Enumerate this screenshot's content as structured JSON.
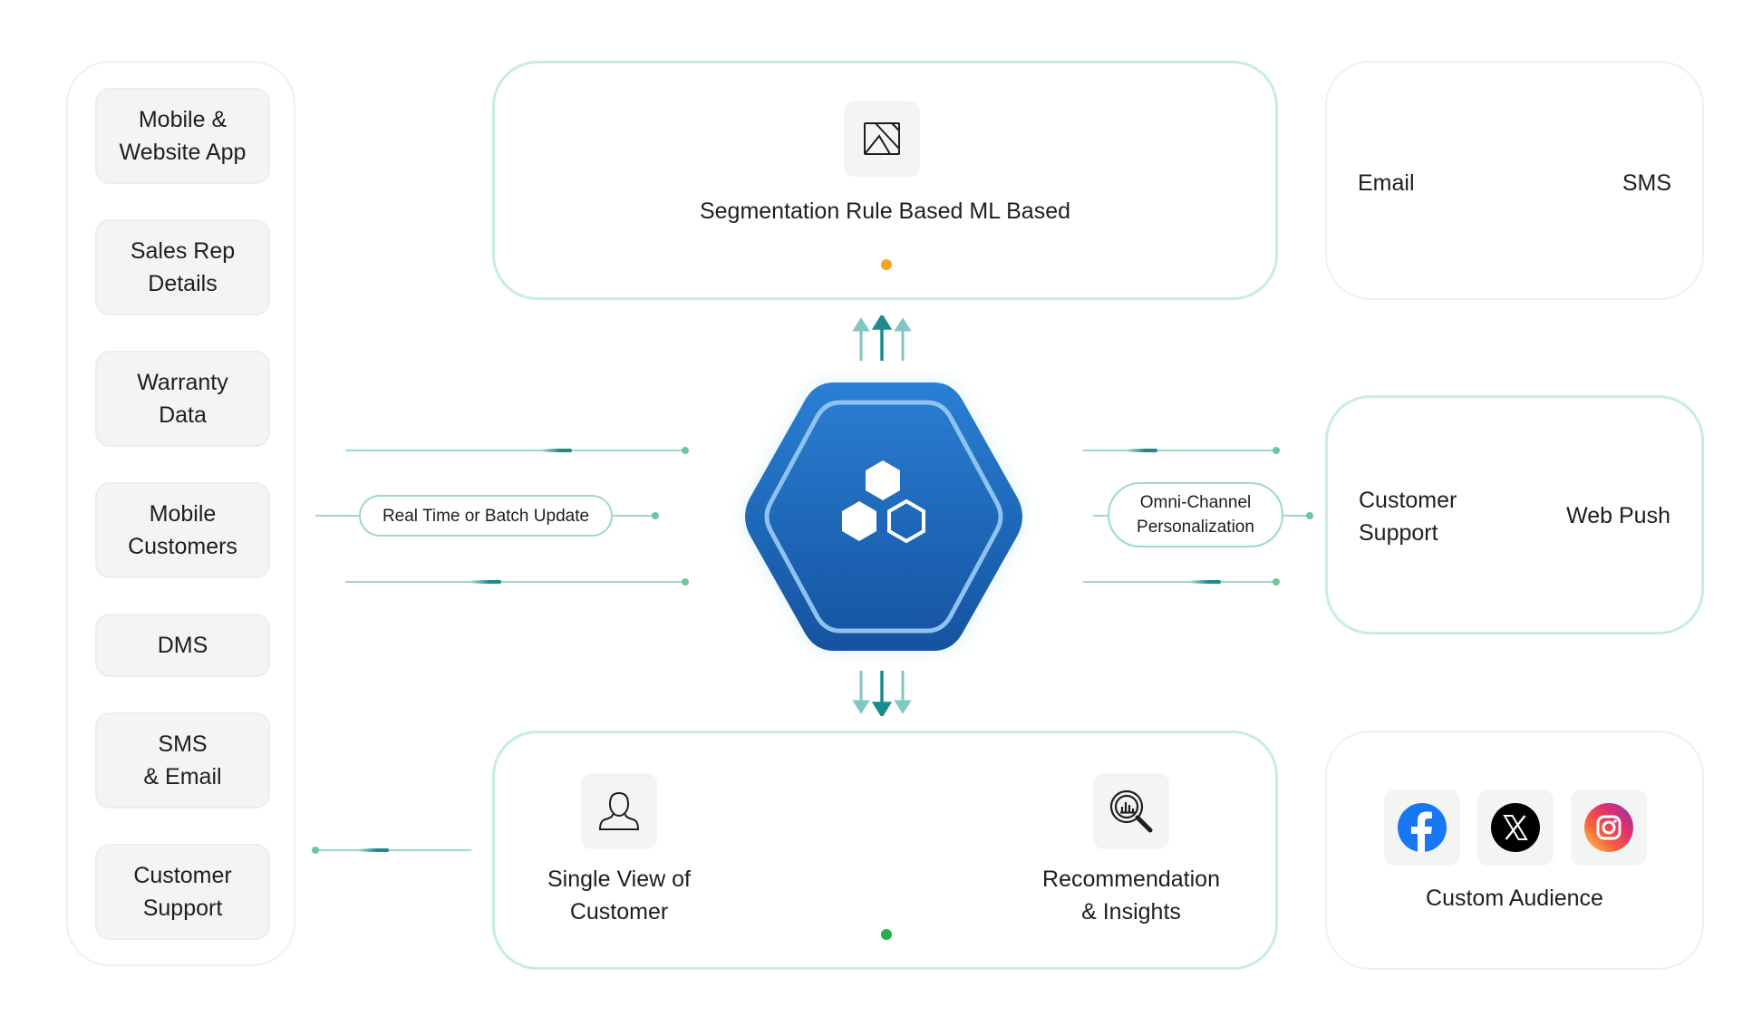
{
  "sources": [
    "Mobile &\nWebsite App",
    "Sales Rep\nDetails",
    "Warranty\nData",
    "Mobile\nCustomers",
    "DMS",
    "SMS\n& Email",
    "Customer\nSupport"
  ],
  "left_connector_label": "Real Time or Batch Update",
  "right_connector_label": "Omni-Channel\nPersonalization",
  "segmentation": {
    "icon": "image-frame-icon",
    "title": "Segmentation Rule Based ML Based",
    "indicator_color": "#f0a81c"
  },
  "outputs": {
    "single_view": {
      "icon": "user-icon",
      "label": "Single View of\nCustomer"
    },
    "recommendation": {
      "icon": "analytics-magnifier-icon",
      "label": "Recommendation\n& Insights"
    },
    "indicator_color": "#22b14c"
  },
  "channels_top": {
    "left": "Email",
    "right": "SMS"
  },
  "channels_mid": {
    "left": "Customer\nSupport",
    "right": "Web Push"
  },
  "social": {
    "icons": [
      "facebook-icon",
      "x-icon",
      "instagram-icon"
    ],
    "label": "Custom Audience"
  },
  "colors": {
    "hub_blue": "#1b6fc4",
    "hub_dark": "#1557a5",
    "connector": "#9ed8c9",
    "arrow_dark": "#1b8b8b",
    "arrow_light": "#7fc7bf"
  }
}
